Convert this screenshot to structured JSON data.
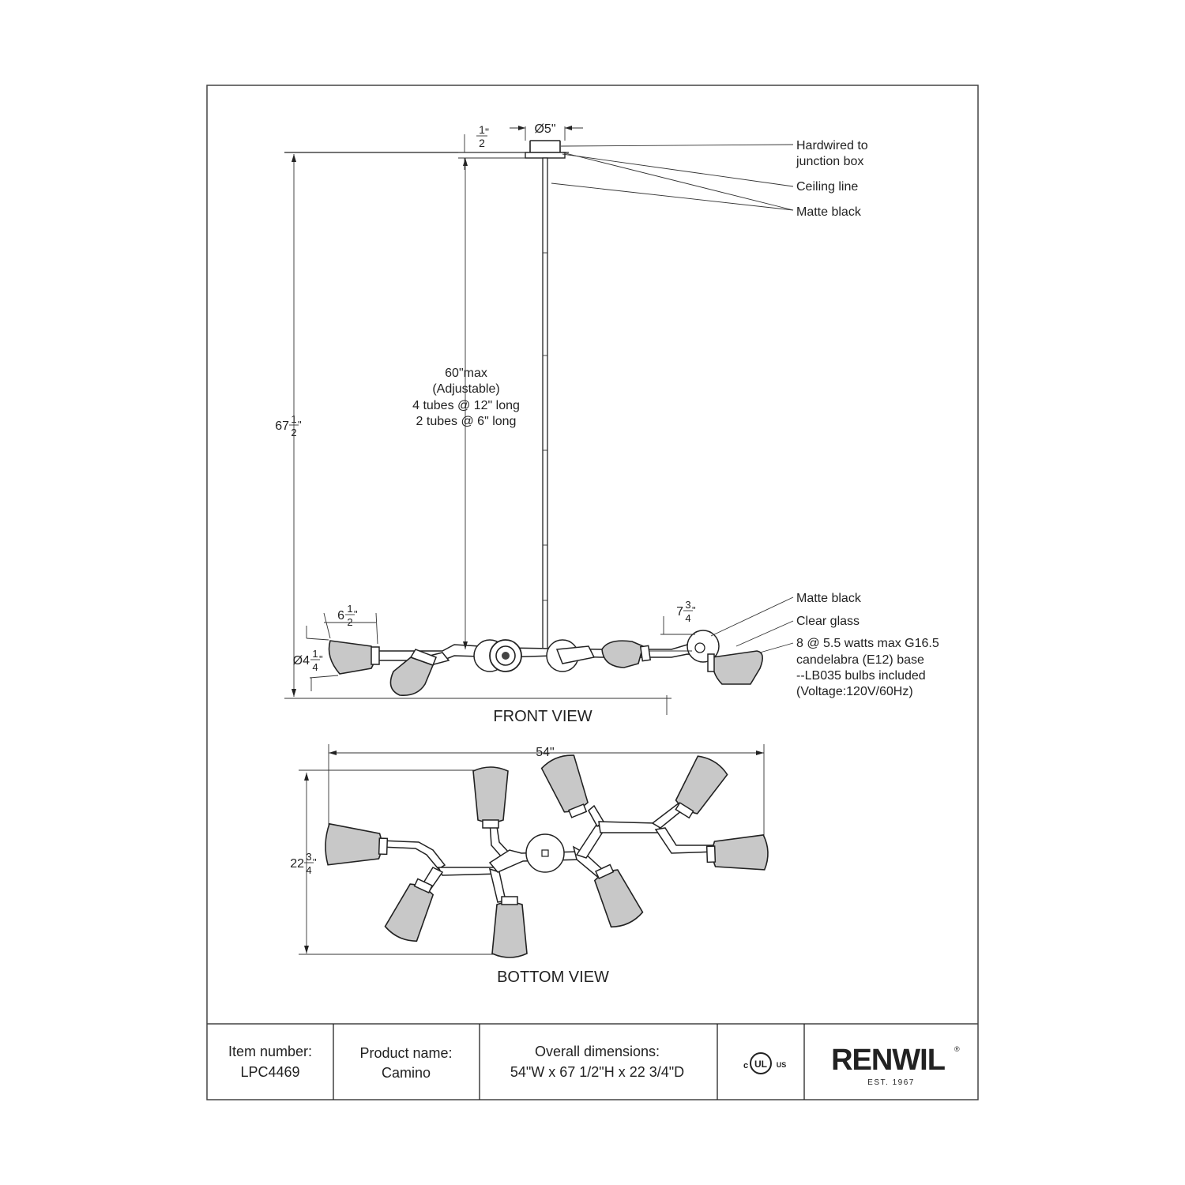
{
  "diagram": {
    "dimensions": {
      "canopy_diameter": "Ø5\"",
      "canopy_height_num": "1",
      "canopy_height_den": "2",
      "canopy_height_unit": "\"",
      "overall_height_whole": "67",
      "overall_height_num": "1",
      "overall_height_den": "2",
      "overall_height_unit": "\"",
      "stem_line1": "60\"max",
      "stem_line2": "(Adjustable)",
      "stem_line3": "4 tubes @ 12\" long",
      "stem_line4": "2 tubes @ 6\" long",
      "shade_length_whole": "6",
      "shade_length_num": "1",
      "shade_length_den": "2",
      "shade_length_unit": "\"",
      "shade_diameter_whole": "Ø4",
      "shade_diameter_num": "1",
      "shade_diameter_den": "4",
      "shade_diameter_unit": "\"",
      "arm_height_whole": "7",
      "arm_height_num": "3",
      "arm_height_den": "4",
      "arm_height_unit": "\"",
      "width": "54\"",
      "depth_whole": "22",
      "depth_num": "3",
      "depth_den": "4",
      "depth_unit": "\""
    },
    "callouts": {
      "hardwired_line1": "Hardwired to",
      "hardwired_line2": "junction box",
      "ceiling": "Ceiling line",
      "finish_top": "Matte black",
      "finish_body": "Matte black",
      "glass": "Clear glass",
      "bulb_line1": "8 @ 5.5 watts max G16.5",
      "bulb_line2": "candelabra (E12) base",
      "bulb_line3": "--LB035 bulbs included",
      "bulb_line4": "(Voltage:120V/60Hz)"
    },
    "view_labels": {
      "front": "FRONT VIEW",
      "bottom": "BOTTOM  VIEW"
    }
  },
  "title_block": {
    "item_label": "Item number:",
    "item_value": "LPC4469",
    "product_label": "Product name:",
    "product_value": "Camino",
    "dimensions_label": "Overall dimensions:",
    "dimensions_value": "54\"W x 67 1/2\"H x 22 3/4\"D",
    "cert_c": "c",
    "cert_ul": "UL",
    "cert_us": "US",
    "brand": "RENWIL",
    "brand_reg": "®",
    "brand_est": "EST. 1967"
  }
}
